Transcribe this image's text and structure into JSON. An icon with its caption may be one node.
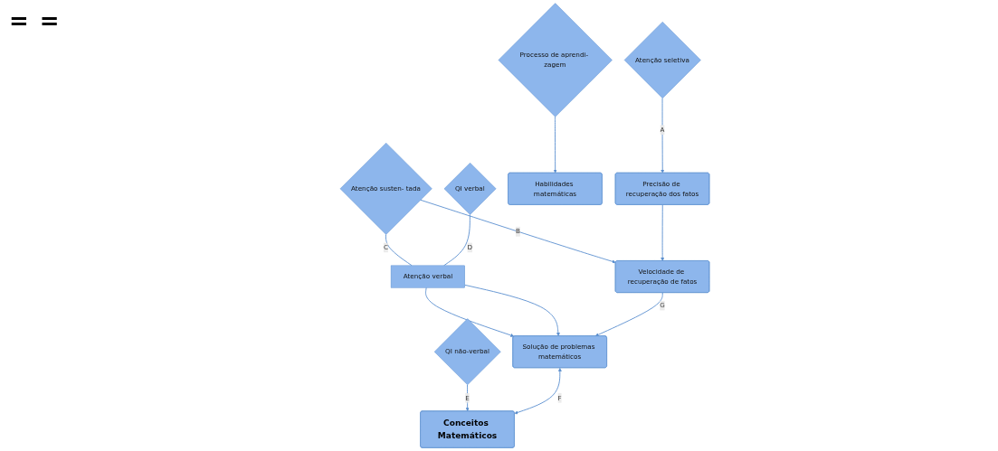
{
  "diagram": {
    "nodes": [
      {
        "text": [
          "Processo de aprendi- zagem"
        ]
      },
      {
        "text": [
          "Atenção seletiva"
        ]
      },
      {
        "text": [
          "Atenção susten- tada"
        ]
      },
      {
        "text": [
          "QI verbal"
        ]
      },
      {
        "text": [
          "QI não-verbal"
        ]
      },
      {
        "text": [
          "Atenção verbal"
        ]
      },
      {
        "text": [
          "Habilidades matemáticas"
        ]
      },
      {
        "text": [
          "Precisão de recuperação dos fatos"
        ]
      },
      {
        "text": [
          "Velocidade de recuperação de fatos"
        ]
      },
      {
        "text": [
          "Solução de problemas matemáticos"
        ]
      },
      {
        "text": [
          "Conceitos Matemáticos"
        ]
      }
    ],
    "edges": [
      {
        "from": 0,
        "to": 6,
        "arrow": "to"
      },
      {
        "from": 1,
        "to": 7,
        "label": "A",
        "arrow": "to"
      },
      {
        "from": 2,
        "to": 8,
        "label": "B",
        "arrow": "to"
      },
      {
        "from": 2,
        "to": 5,
        "label": "C",
        "arrow": "none"
      },
      {
        "from": 3,
        "to": 5,
        "label": "D",
        "arrow": "none"
      },
      {
        "from": 4,
        "to": 10,
        "label": "E",
        "arrow": "to"
      },
      {
        "from": 5,
        "to": 9,
        "arrow": "to"
      },
      {
        "from": 5,
        "to": 9,
        "arrow": "to"
      },
      {
        "from": 7,
        "to": 8,
        "arrow": "to"
      },
      {
        "from": 8,
        "to": 9,
        "label": "G",
        "arrow": "to"
      },
      {
        "from": 9,
        "to": 10,
        "label": "F",
        "arrow": "both"
      }
    ],
    "labels": [
      "=",
      "="
    ]
  }
}
